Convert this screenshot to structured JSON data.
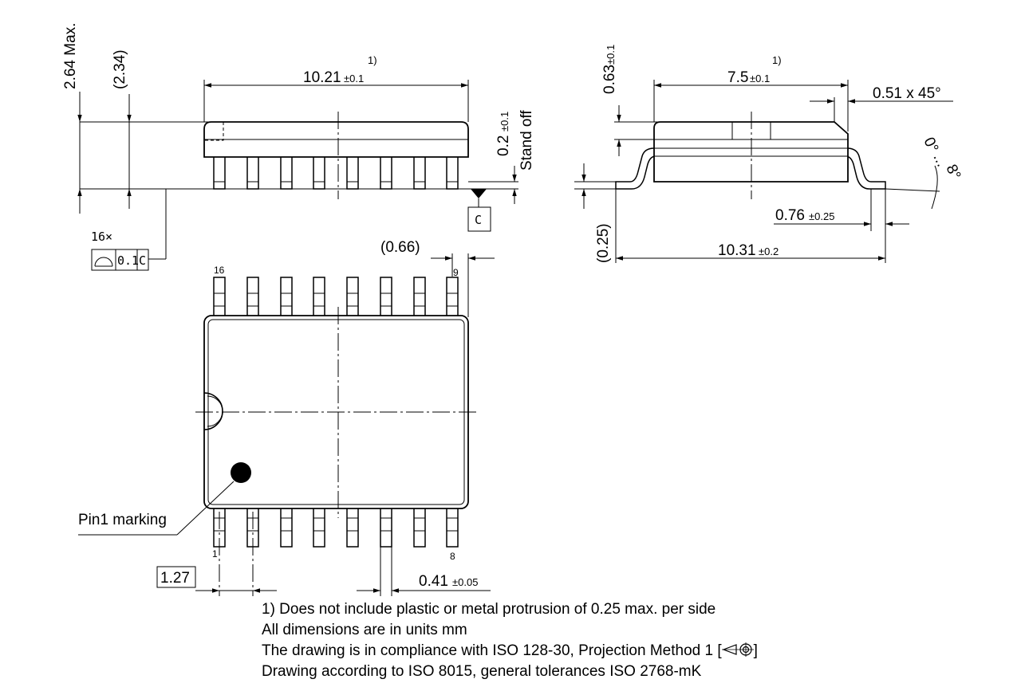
{
  "dimensions": {
    "max_height": "2.64 Max.",
    "body_height_ref": "(2.34)",
    "body_length": "10.21",
    "body_length_tol": "±0.1",
    "body_length_note": "1)",
    "standoff": "0.2",
    "standoff_tol": "±0.1",
    "standoff_label": "Stand off",
    "datum": "C",
    "coplanarity_count": "16×",
    "coplanarity_value": "0.1",
    "coplanarity_datum": "C",
    "lead_offset_ref": "(0.66)",
    "side_height": "0.63",
    "side_height_tol": "±0.1",
    "body_width": "7.5",
    "body_width_tol": "±0.1",
    "body_width_note": "1)",
    "chamfer": "0.51 x 45°",
    "angle_min": "0°",
    "angle_dots": "...",
    "angle_max": "8°",
    "foot_length": "0.76",
    "foot_length_tol": "±0.25",
    "lead_thickness_ref": "(0.25)",
    "overall_width": "10.31",
    "overall_width_tol": "±0.2",
    "pitch": "1.27",
    "lead_width": "0.41",
    "lead_width_tol": "±0.05"
  },
  "pins": {
    "first": "1",
    "last_bottom": "8",
    "first_top": "9",
    "last_top": "16"
  },
  "labels": {
    "pin1_marking": "Pin1 marking"
  },
  "notes": {
    "line1": "1) Does not include plastic or metal protrusion of 0.25 max. per side",
    "line2": "All dimensions are in units mm",
    "line3_text": "The drawing is in compliance with ISO 128-30, Projection Method 1 [",
    "line3_end": "]",
    "line4": "Drawing according to ISO 8015, general tolerances ISO 2768-mK"
  }
}
